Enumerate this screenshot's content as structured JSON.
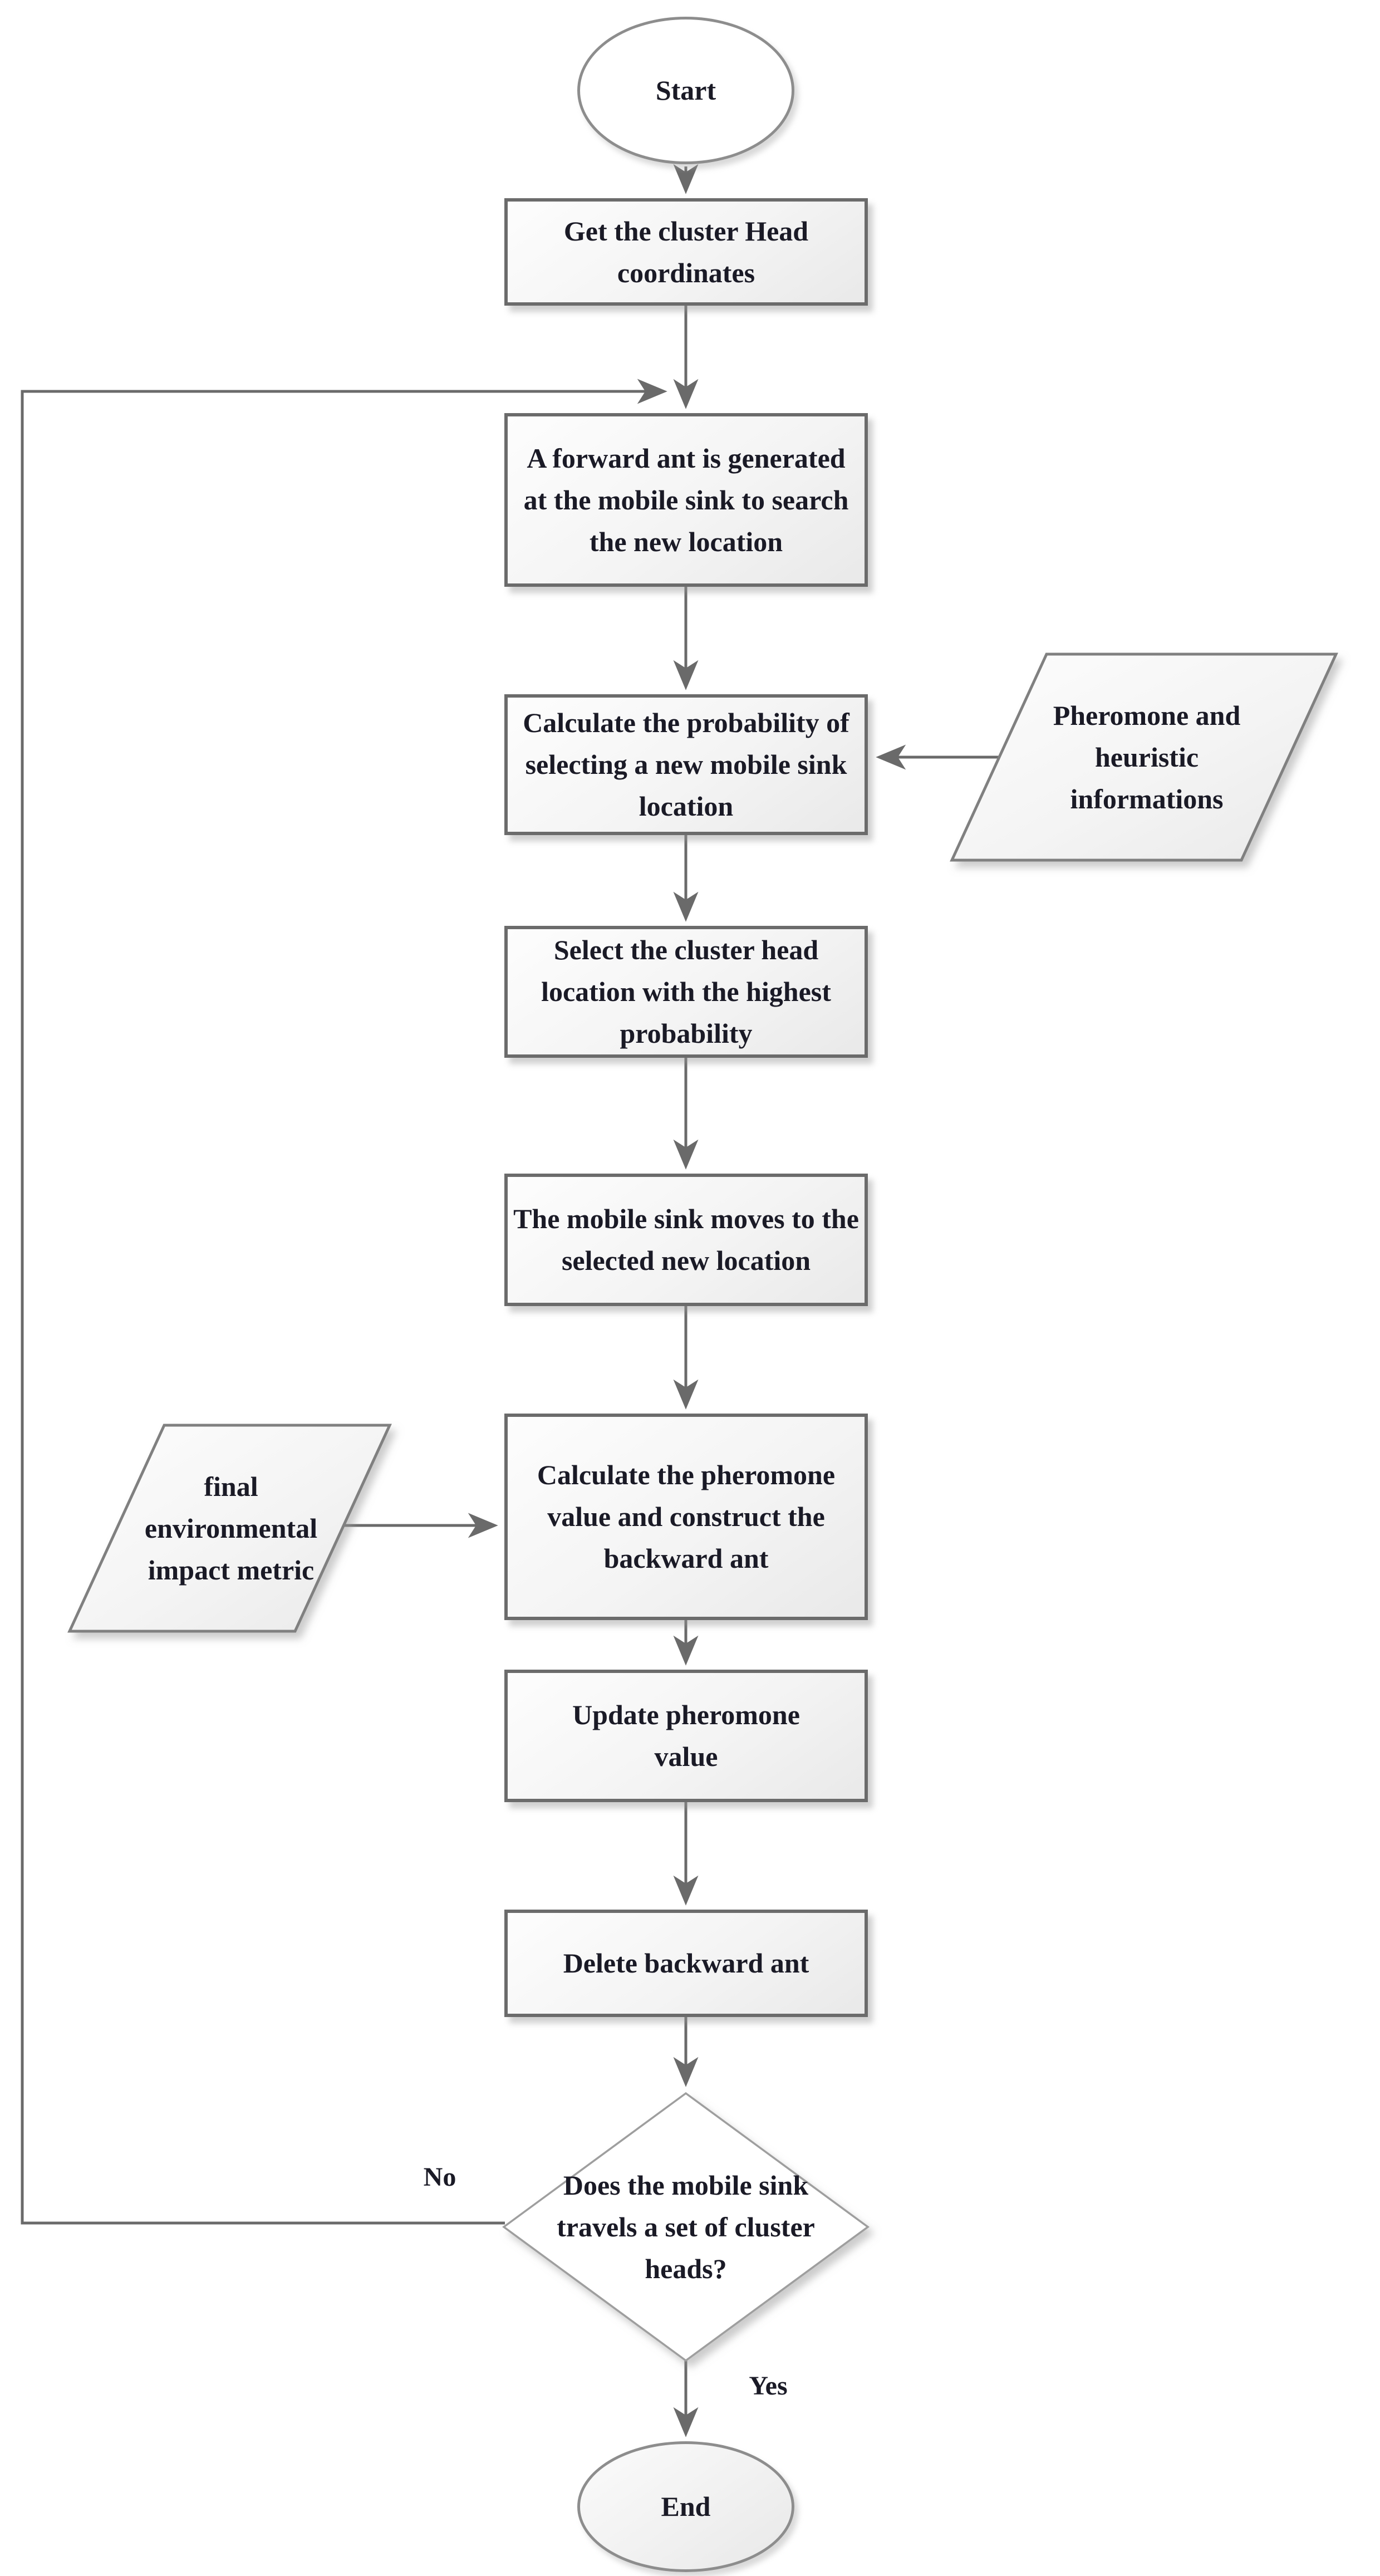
{
  "flowchart": {
    "nodes": {
      "start": {
        "type": "terminator",
        "label": "Start"
      },
      "get_coordinates": {
        "type": "process",
        "label": "Get the cluster Head coordinates"
      },
      "generate_forward_ant": {
        "type": "process",
        "label": "A forward ant is generated at the mobile sink to search the new location"
      },
      "calc_probability": {
        "type": "process",
        "label": "Calculate the probability of selecting a new mobile sink location"
      },
      "pheromone_heuristic": {
        "type": "input-output",
        "label": "Pheromone and heuristic informations"
      },
      "select_location": {
        "type": "process",
        "label": "Select the cluster head location with the highest probability"
      },
      "move_sink": {
        "type": "process",
        "label": "The mobile sink moves to the selected new location"
      },
      "calc_pheromone": {
        "type": "process",
        "label": "Calculate the pheromone value and construct the backward ant"
      },
      "impact_metric": {
        "type": "input-output",
        "label": "final environmental impact metric"
      },
      "update_pheromone": {
        "type": "process",
        "label": "Update pheromone value"
      },
      "delete_backward_ant": {
        "type": "process",
        "label": "Delete backward ant"
      },
      "decision": {
        "type": "decision",
        "label": "Does the mobile sink travels a set of cluster heads?"
      },
      "end": {
        "type": "terminator",
        "label": "End"
      }
    },
    "edge_labels": {
      "no": "No",
      "yes": "Yes"
    },
    "colors": {
      "background": "#ffffff",
      "line": "#6a6a6a",
      "box_border": "#6b6b6b",
      "diamond_border": "#9e9e9e",
      "parallelogram_border": "#808080",
      "text": "#1a1a26",
      "fill_top": "#fdfdfd",
      "fill_bottom": "#e9e9e9"
    }
  }
}
